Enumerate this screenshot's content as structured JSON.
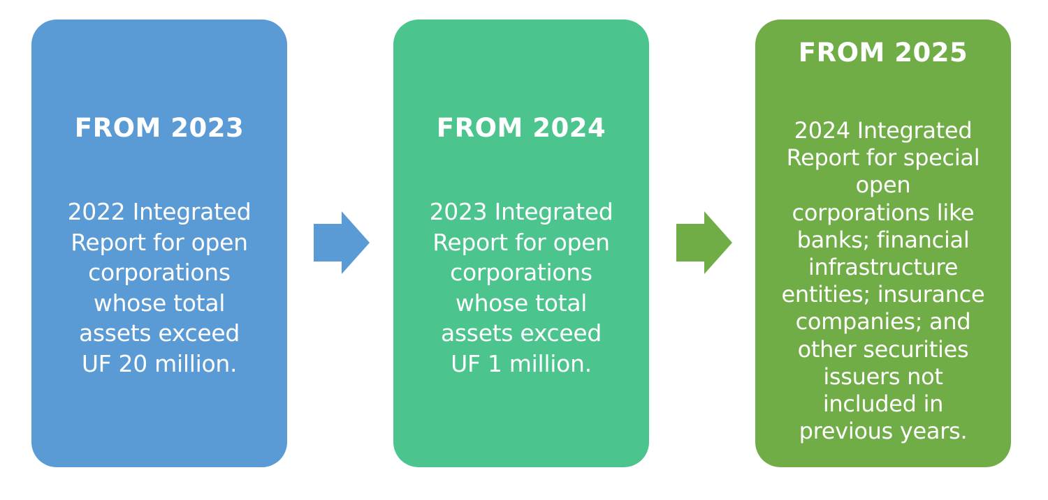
{
  "colors": {
    "card_1": "#5b9bd5",
    "card_2": "#4cc48e",
    "card_3": "#70ad47",
    "arrow_1": "#5b9bd5",
    "arrow_2": "#70ad47",
    "text": "#ffffff"
  },
  "steps": [
    {
      "title": "FROM 2023",
      "body": [
        "2022 Integrated",
        "Report for open",
        "corporations",
        "whose total",
        "assets exceed",
        "UF 20 million."
      ]
    },
    {
      "title": "FROM 2024",
      "body": [
        "2023 Integrated",
        "Report for open",
        "corporations",
        "whose total",
        "assets exceed",
        "UF 1 million."
      ]
    },
    {
      "title": "FROM 2025",
      "body": [
        "2024 Integrated",
        "Report for special",
        "open",
        "corporations like",
        "banks; financial",
        "infrastructure",
        "entities; insurance",
        "companies; and",
        "other securities",
        "issuers not",
        "included in",
        "previous years."
      ]
    }
  ],
  "connectors": [
    {
      "icon": "right-arrow-icon"
    },
    {
      "icon": "right-arrow-icon"
    }
  ]
}
